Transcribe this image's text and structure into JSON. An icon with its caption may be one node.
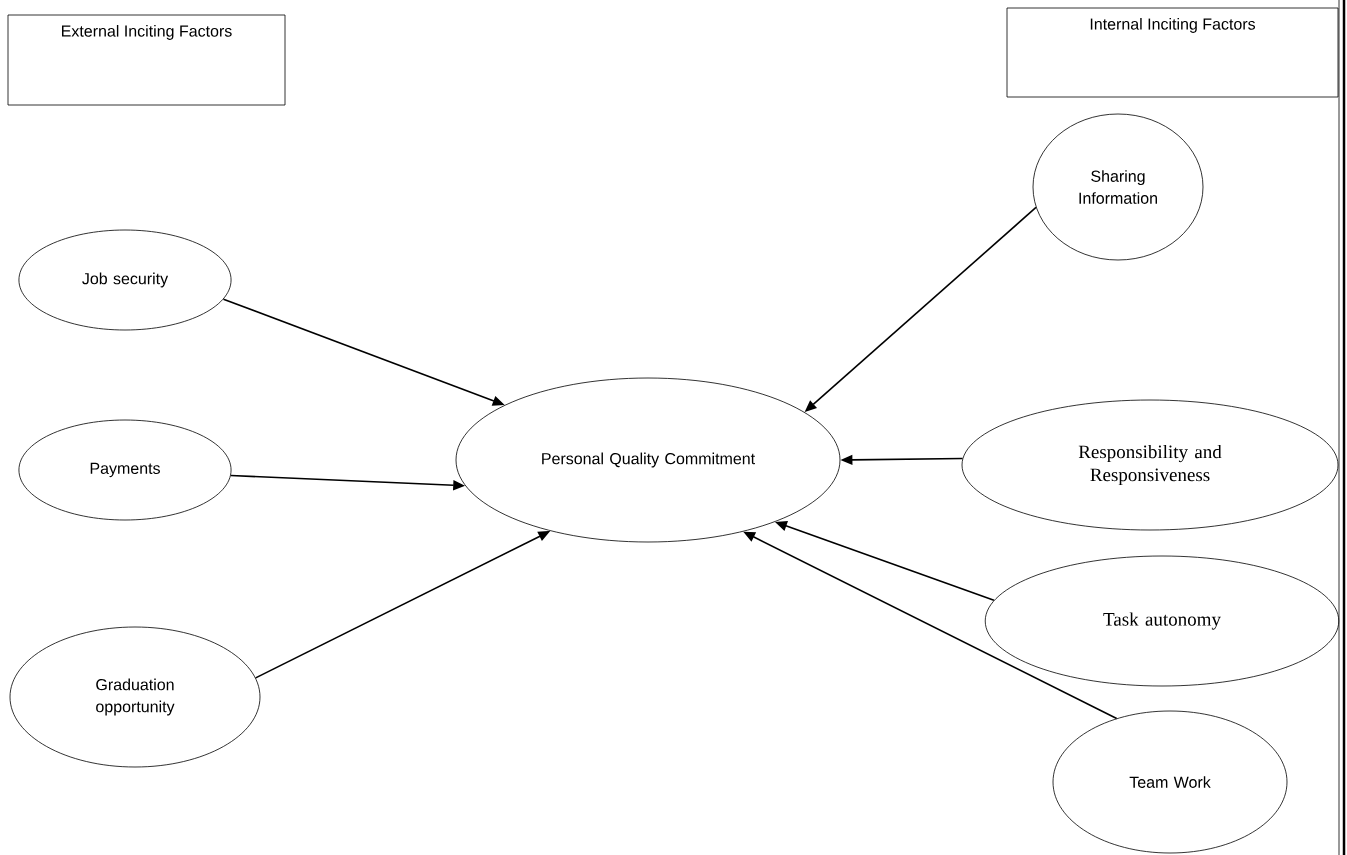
{
  "diagram": {
    "nodes": [
      {
        "text": [
          "External Inciting Factors"
        ]
      },
      {
        "text": [
          "Internal Inciting Factors"
        ]
      },
      {
        "text": [
          "Job security"
        ]
      },
      {
        "text": [
          "Payments"
        ]
      },
      {
        "text": [
          "Graduation opportunity"
        ]
      },
      {
        "text": [
          "Personal Quality Commitment"
        ]
      },
      {
        "text": [
          "Sharing Information"
        ]
      },
      {
        "text": [
          "Responsibility and Responsiveness"
        ]
      },
      {
        "text": [
          "Task autonomy"
        ]
      },
      {
        "text": [
          "Team Work"
        ]
      }
    ],
    "edges": [
      {
        "from": 2,
        "to": 5,
        "arrow": "to"
      },
      {
        "from": 3,
        "to": 5,
        "arrow": "to"
      },
      {
        "from": 4,
        "to": 5,
        "arrow": "to"
      },
      {
        "from": 6,
        "to": 5,
        "arrow": "to"
      },
      {
        "from": 7,
        "to": 5,
        "arrow": "to"
      },
      {
        "from": 8,
        "to": 5,
        "arrow": "to"
      },
      {
        "from": 9,
        "to": 5,
        "arrow": "to"
      }
    ]
  }
}
